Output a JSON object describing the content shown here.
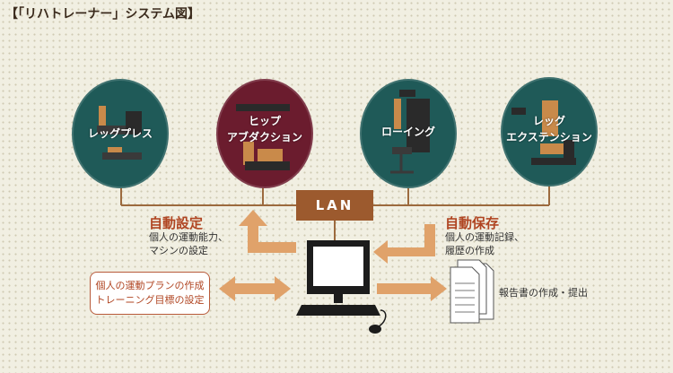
{
  "title": "【「リハトレーナー」システム図】",
  "nodes": [
    {
      "label_line1": "レッグプレス",
      "label_line2": "",
      "color": "#1f5a58"
    },
    {
      "label_line1": "ヒップ",
      "label_line2": "アブダクション",
      "color": "#6b1c2e"
    },
    {
      "label_line1": "ローイング",
      "label_line2": "",
      "color": "#1f5a58"
    },
    {
      "label_line1": "レッグ",
      "label_line2": "エクステンション",
      "color": "#1f5a58"
    }
  ],
  "lan_label": "LAN",
  "auto_setting": {
    "heading": "自動設定",
    "line1": "個人の運動能力、",
    "line2": "マシンの設定"
  },
  "auto_save": {
    "heading": "自動保存",
    "line1": "個人の運動記録、",
    "line2": "履歴の作成"
  },
  "plan_box": {
    "line1": "個人の運動プランの作成",
    "line2": "トレーニング目標の設定"
  },
  "report_label": "報告書の作成・提出",
  "colors": {
    "accent": "#9c5a2e",
    "heading": "#b04522",
    "arrow": "#e0a26a",
    "teal": "#1f5a58",
    "maroon": "#6b1c2e"
  }
}
